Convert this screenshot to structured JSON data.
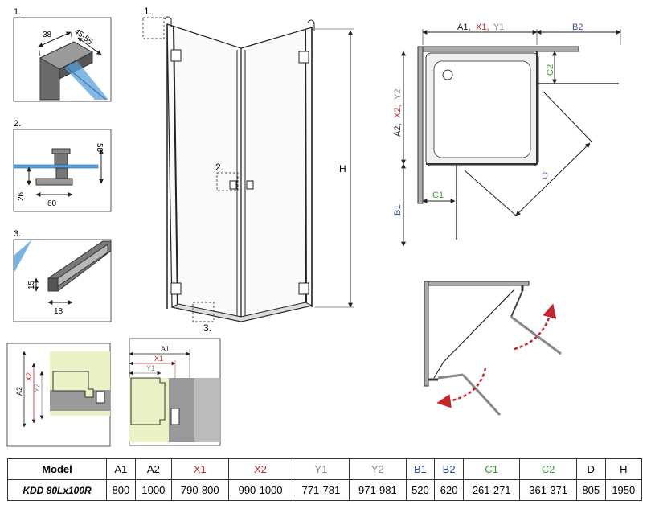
{
  "details": {
    "d1": {
      "label": "1.",
      "dim_a": "38",
      "dim_b": "45-55"
    },
    "d2": {
      "label": "2.",
      "dim_h": "58",
      "dim_base": "26",
      "dim_w": "60"
    },
    "d3": {
      "label": "3.",
      "dim_h": "15",
      "dim_w": "18"
    }
  },
  "main": {
    "callout_1": "1.",
    "callout_2": "2.",
    "callout_3": "3.",
    "height_label": "H"
  },
  "plan": {
    "a_label": "A1,",
    "x_label": "X1,",
    "y_label": "Y1",
    "b2_label": "B2",
    "c2_label": "C2",
    "a2_label": "A2,",
    "x2_label": "X2,",
    "y2_label": "Y2",
    "b1_label": "B1",
    "c1_label": "C1",
    "d_label": "D"
  },
  "profiles": {
    "left": {
      "a": "A2",
      "x": "X2",
      "y": "Y2"
    },
    "right": {
      "a": "A1",
      "x": "X1",
      "y": "Y1"
    }
  },
  "colors": {
    "red": "#c0282d",
    "grey": "#8a8a8a",
    "blue": "#2f4e8f",
    "green": "#3a9a3a",
    "purple": "#7a5aa8"
  },
  "table": {
    "headers": [
      "Model",
      "A1",
      "A2",
      "X1",
      "X2",
      "Y1",
      "Y2",
      "B1",
      "B2",
      "C1",
      "C2",
      "D",
      "H"
    ],
    "header_colors": [
      "#000",
      "#000",
      "#000",
      "#c0282d",
      "#c0282d",
      "#8a8a8a",
      "#8a8a8a",
      "#2f4e8f",
      "#2f4e8f",
      "#3a9a3a",
      "#3a9a3a",
      "#000",
      "#000"
    ],
    "row": [
      "KDD 80Lx100R",
      "800",
      "1000",
      "790-800",
      "990-1000",
      "771-781",
      "971-981",
      "520",
      "620",
      "261-271",
      "361-371",
      "805",
      "1950"
    ]
  }
}
